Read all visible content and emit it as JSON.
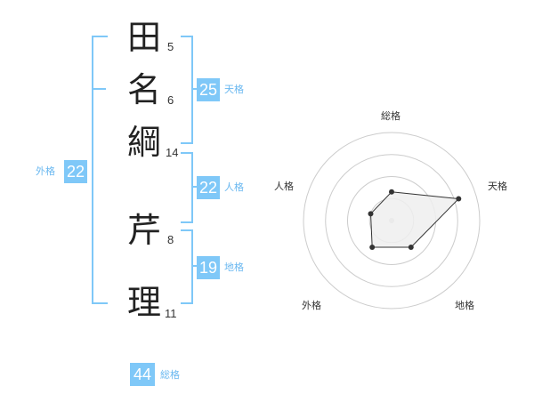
{
  "name": {
    "chars": [
      {
        "char": "田",
        "strokes": "5"
      },
      {
        "char": "名",
        "strokes": "6"
      },
      {
        "char": "綱",
        "strokes": "14"
      },
      {
        "char": "芹",
        "strokes": "8"
      },
      {
        "char": "理",
        "strokes": "11"
      }
    ]
  },
  "kakusu": {
    "tenkaku": {
      "value": "25",
      "label": "天格"
    },
    "jinkaku": {
      "value": "22",
      "label": "人格"
    },
    "chikaku": {
      "value": "19",
      "label": "地格"
    },
    "gaikaku": {
      "value": "22",
      "label": "外格"
    },
    "soukaku": {
      "value": "44",
      "label": "総格"
    }
  },
  "chart_data": {
    "type": "radar",
    "axes": [
      "総格",
      "天格",
      "地格",
      "外格",
      "人格"
    ],
    "levels": 4,
    "max": 4,
    "values": [
      1.3,
      3.2,
      1.5,
      1.5,
      1.0
    ],
    "colors": {
      "fill": "#efefef",
      "stroke": "#333333",
      "grid": "#cccccc",
      "point": "#333333"
    }
  }
}
